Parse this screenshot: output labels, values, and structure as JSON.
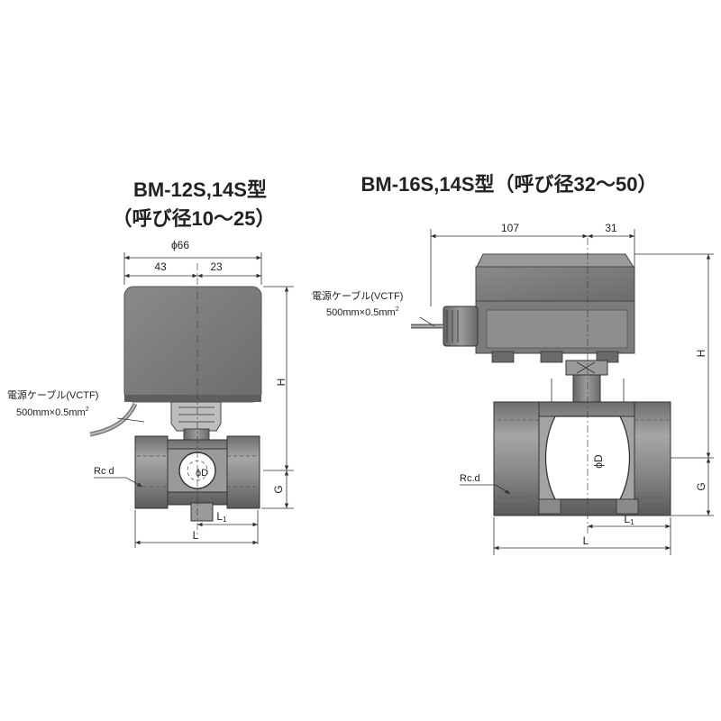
{
  "left": {
    "title_line1": "BM-12S,14S型",
    "title_line2": "（呼び径10～25）",
    "dims": {
      "diameter": "ϕ66",
      "left_width": "43",
      "right_width": "23",
      "height": "H",
      "g": "G",
      "l1": "L",
      "l1_sub": "1",
      "l": "L"
    },
    "cable_label": "電源ケーブル(VCTF)",
    "cable_spec": "500mm×0.5mm",
    "cable_spec_sup": "2",
    "thread": "Rc d",
    "bore": "ϕD"
  },
  "right": {
    "title": "BM-16S,14S型（呼び径32～50）",
    "dims": {
      "width_main": "107",
      "width_side": "31",
      "height": "H",
      "g": "G",
      "l1": "L",
      "l1_sub": "1",
      "l": "L"
    },
    "cable_label": "電源ケーブル(VCTF)",
    "cable_spec": "500mm×0.5mm",
    "cable_spec_sup": "2",
    "thread": "Rc.d",
    "bore": "ϕD"
  },
  "colors": {
    "actuator": "#7a7a7a",
    "actuator_light": "#9a9a9a",
    "body": "#8c8c8c",
    "body_dark": "#5e5e5e",
    "line": "#333333"
  }
}
